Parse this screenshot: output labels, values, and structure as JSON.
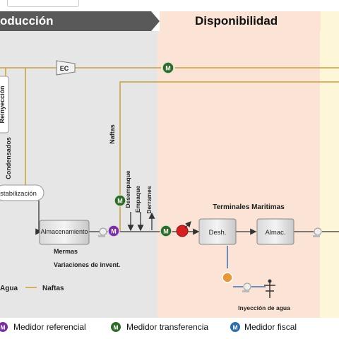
{
  "headers": {
    "produccion": "oducción",
    "disponibilidad": "Disponibilidad"
  },
  "nodes": {
    "ec": "EC",
    "reinyeccion": "Reinyección",
    "condensados": "Condensados",
    "estabilizacion": "stabilización",
    "almacenamiento": "Almacenamiento",
    "naftas": "Naftas",
    "desempaque": "Desempaque",
    "empaque": "Empaque",
    "derrames": "Derrames",
    "mermas": "Mermas",
    "variaciones": "Variaciones de invent.",
    "terminales": "Terminales Maritimas",
    "desh": "Desh.",
    "almac": "Almac.",
    "inyeccion": "Inyección de agua",
    "meter_glyph": "M"
  },
  "line_legend": {
    "agua": "Agua",
    "naftas": "Naftas"
  },
  "meter_legend": {
    "referencial": "Medidor referencial",
    "transferencia": "Medidor transferencia",
    "fiscal": "Medidor fiscal"
  },
  "colors": {
    "produccion_band": "#e6e6e6",
    "disponibilidad_band": "#fbe3d6",
    "naftas_line": "#c8a13c",
    "agua_line": "#3b6fb3",
    "medidor_referencial": "#7b2fa1",
    "medidor_transferencia": "#2f6a2a",
    "medidor_fiscal": "#2d6fa8"
  }
}
